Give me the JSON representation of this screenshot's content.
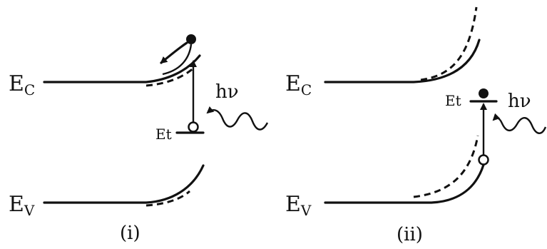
{
  "panels": [
    {
      "caption": "(i)",
      "ec_main": "E",
      "ec_sub": "C",
      "ev_main": "E",
      "ev_sub": "V",
      "trap_label": "Et",
      "photon_label": "hν"
    },
    {
      "caption": "(ii)",
      "ec_main": "E",
      "ec_sub": "C",
      "ev_main": "E",
      "ev_sub": "V",
      "trap_label": "Et",
      "photon_label": "hν"
    }
  ]
}
